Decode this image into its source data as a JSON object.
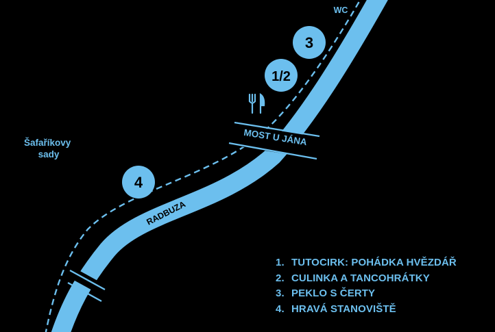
{
  "map": {
    "park_label": [
      "Šafaříkovy",
      "sady"
    ],
    "river_label": "RADBUZA",
    "bridge_label": "MOST U JÁNA",
    "wc_label": "WC",
    "markers": [
      "3",
      "1/2",
      "4"
    ],
    "icons": [
      "fork-knife-icon"
    ]
  },
  "legend": {
    "items": [
      {
        "number": "1.",
        "label": "TUTOCIRK: POHÁDKA HVĚZDÁŘ"
      },
      {
        "number": "2.",
        "label": "CULINKA A TANCOHRÁTKY"
      },
      {
        "number": "3.",
        "label": "PEKLO S ČERTY"
      },
      {
        "number": "4.",
        "label": "HRAVÁ STANOVIŠTĚ"
      }
    ]
  },
  "colors": {
    "background": "#000000",
    "accent": "#6cbfee"
  }
}
